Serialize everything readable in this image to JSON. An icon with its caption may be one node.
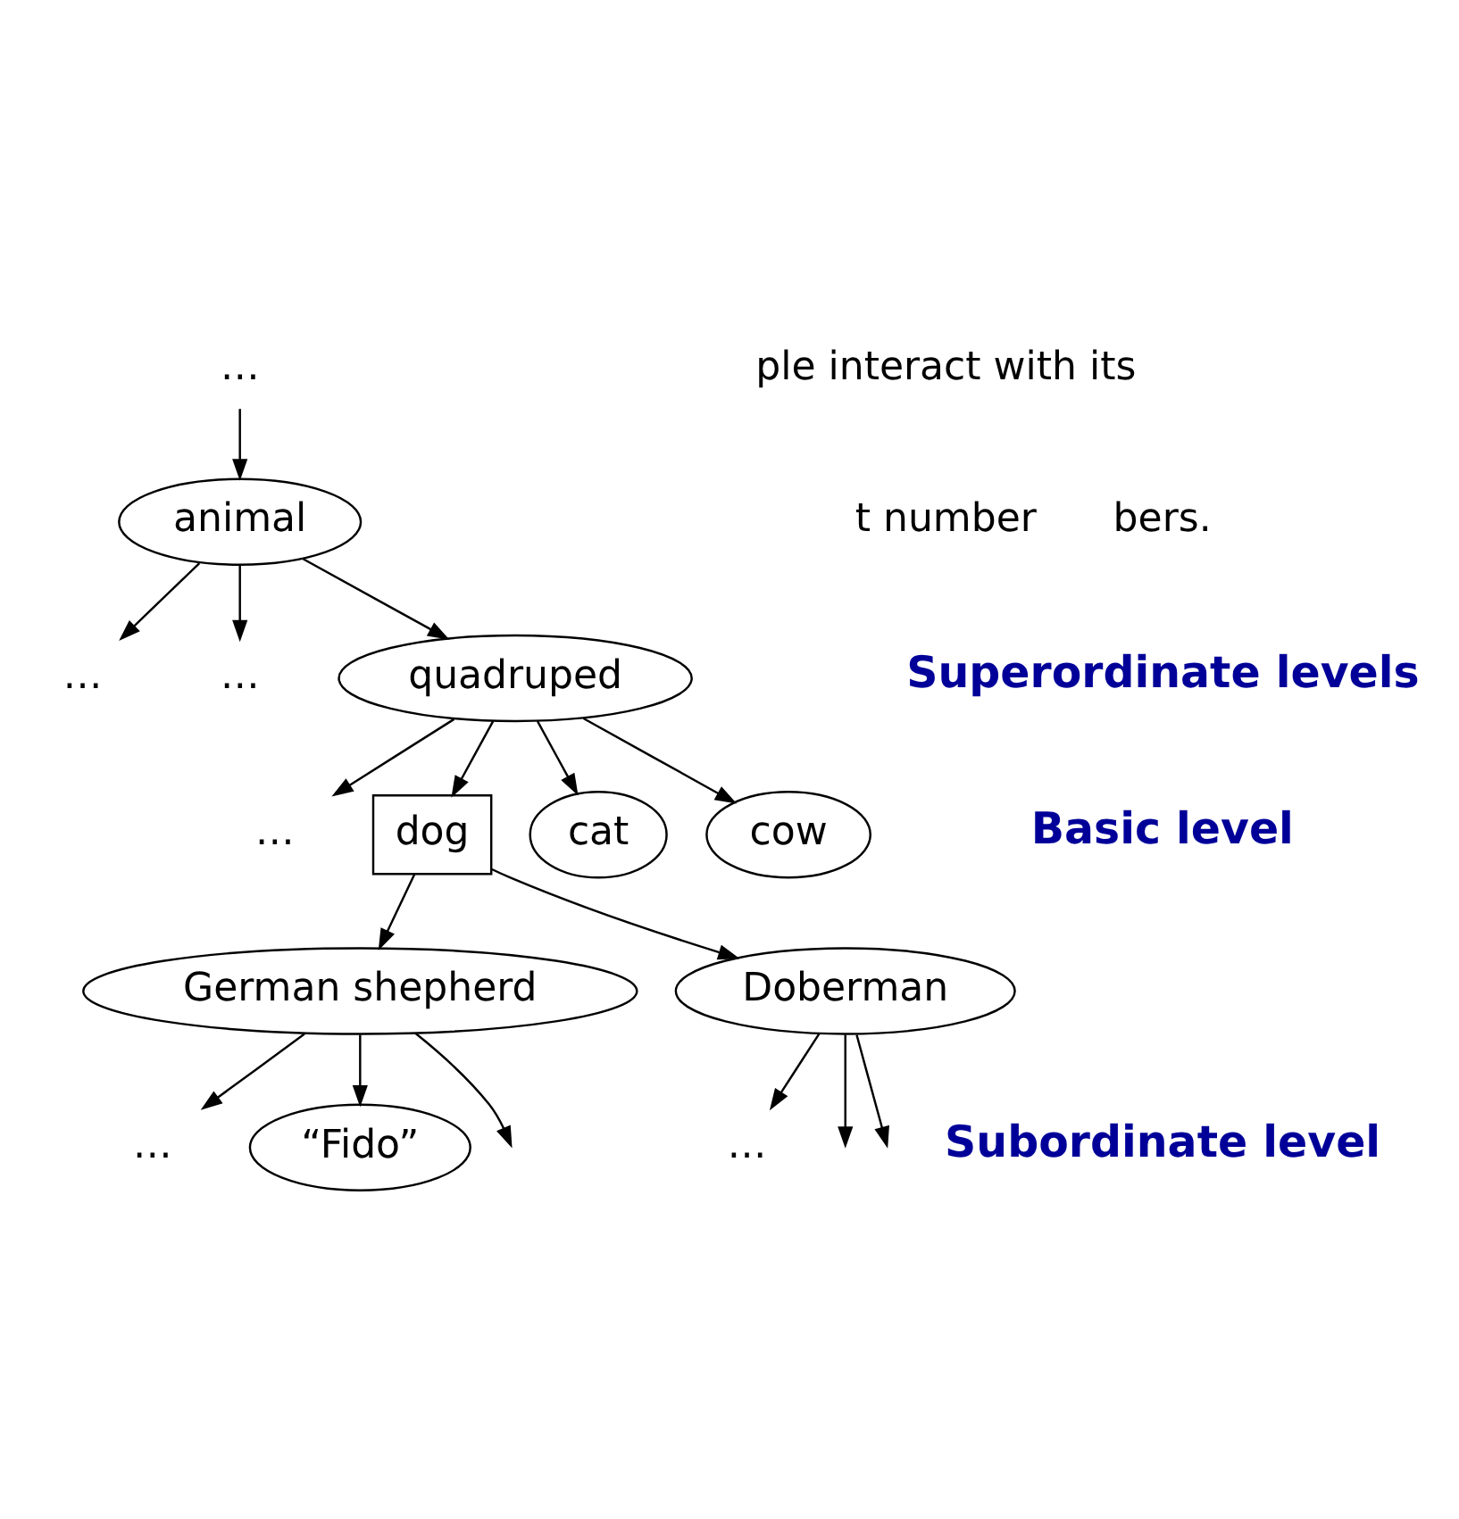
{
  "diagram": {
    "nodes": [
      {
        "text": [
          "…"
        ]
      },
      {
        "text": [
          "animal"
        ]
      },
      {
        "text": [
          "…"
        ]
      },
      {
        "text": [
          "…"
        ]
      },
      {
        "text": [
          "quadruped"
        ]
      },
      {
        "text": [
          "…"
        ]
      },
      {
        "text": [
          "dog"
        ]
      },
      {
        "text": [
          "cat"
        ]
      },
      {
        "text": [
          "cow"
        ]
      },
      {
        "text": [
          "German shepherd"
        ]
      },
      {
        "text": [
          "Doberman"
        ]
      },
      {
        "text": [
          "…"
        ]
      },
      {
        "text": [
          "“Fido”"
        ]
      },
      {
        "text": [
          "…"
        ]
      }
    ],
    "edges": [
      {
        "from": 0,
        "to": 1,
        "arrow": "to"
      },
      {
        "from": 1,
        "to": 2,
        "arrow": "to"
      },
      {
        "from": 1,
        "to": 4,
        "arrow": "to"
      },
      {
        "from": 1,
        "to": 3,
        "arrow": "to"
      },
      {
        "from": 4,
        "to": 6,
        "arrow": "to"
      },
      {
        "from": 4,
        "to": 7,
        "arrow": "to"
      },
      {
        "from": 4,
        "to": 8,
        "arrow": "to"
      },
      {
        "from": 4,
        "to": 5,
        "arrow": "to"
      },
      {
        "from": 6,
        "to": 9,
        "arrow": "to"
      },
      {
        "from": 6,
        "to": 10,
        "arrow": "to"
      },
      {
        "from": 9,
        "to": 11,
        "arrow": "to"
      },
      {
        "from": 9,
        "to": null,
        "arrow": "to"
      },
      {
        "from": 9,
        "to": 12,
        "arrow": "to"
      },
      {
        "from": 10,
        "to": null,
        "arrow": "to"
      },
      {
        "from": 10,
        "to": 13,
        "arrow": "to"
      },
      {
        "from": 10,
        "to": null,
        "arrow": "to"
      }
    ],
    "labels": [
      "ple interact with its",
      "t number",
      "bers.",
      "Superordinate levels",
      "Basic level",
      "Subordinate level"
    ]
  }
}
